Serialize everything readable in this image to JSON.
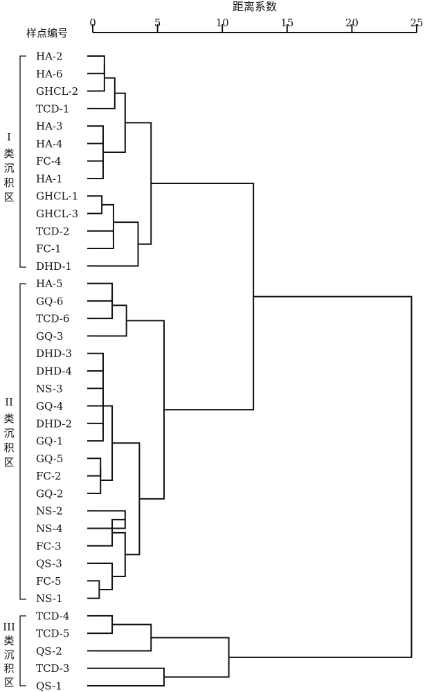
{
  "axis": {
    "title": "距离系数",
    "ticks": [
      "0",
      "5",
      "10",
      "15",
      "20",
      "25"
    ]
  },
  "sample_header": "样点编号",
  "samples": [
    "HA-2",
    "HA-6",
    "GHCL-2",
    "TCD-1",
    "HA-3",
    "HA-4",
    "FC-4",
    "HA-1",
    "GHCL-1",
    "GHCL-3",
    "TCD-2",
    "FC-1",
    "DHD-1",
    "HA-5",
    "GQ-6",
    "TCD-6",
    "GQ-3",
    "DHD-3",
    "DHD-4",
    "NS-3",
    "GQ-4",
    "DHD-2",
    "GQ-1",
    "GQ-5",
    "FC-2",
    "GQ-2",
    "NS-2",
    "NS-4",
    "FC-3",
    "QS-3",
    "FC-5",
    "NS-1",
    "TCD-4",
    "TCD-5",
    "QS-2",
    "TCD-3",
    "QS-1"
  ],
  "groups": [
    {
      "roman": "I",
      "name": "类沉积区"
    },
    {
      "roman": "II",
      "name": "类沉积区"
    },
    {
      "roman": "III",
      "name": "类沉积区"
    }
  ]
}
